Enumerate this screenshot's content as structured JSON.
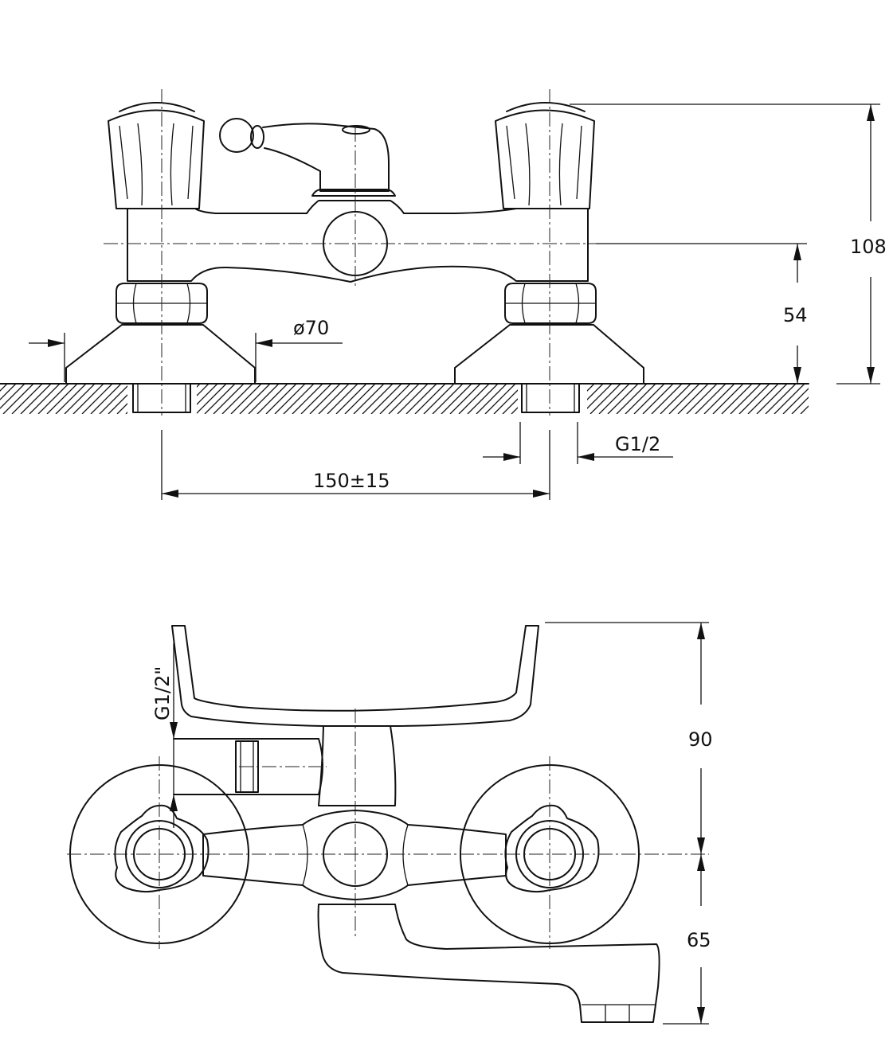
{
  "front_view": {
    "diameter_label": "ø70",
    "height_label": "108",
    "center_height_label": "54",
    "thread_label": "G1/2",
    "spacing_label": "150±15"
  },
  "top_view": {
    "thread_label": "G1/2\"",
    "depth_label": "90",
    "spout_label": "65"
  }
}
